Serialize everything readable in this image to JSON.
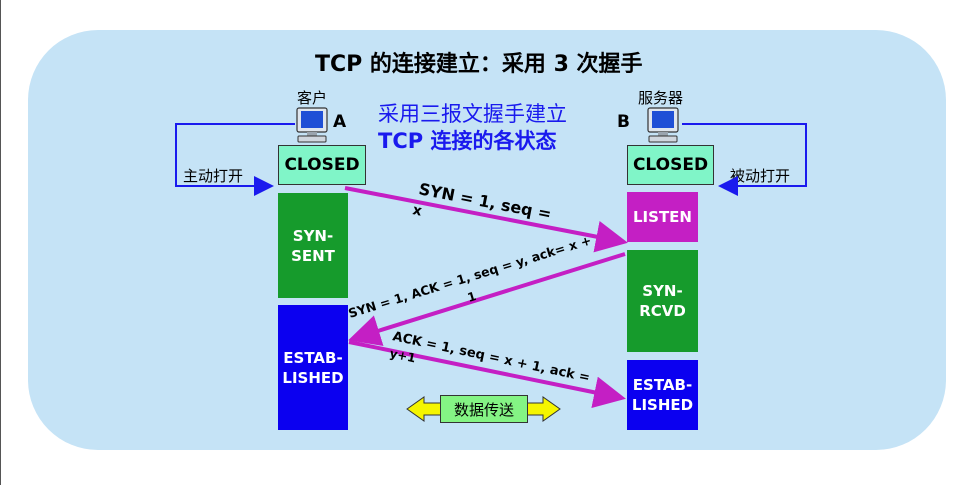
{
  "title": "TCP  的连接建立：采用 3 次握手",
  "subtitle_line1": "采用三报文握手建立",
  "subtitle_line2": "TCP  连接的各状态",
  "client": {
    "name": "客户",
    "letter": "A",
    "open_label": "主动打开"
  },
  "server": {
    "name": "服务器",
    "letter": "B",
    "open_label": "被动打开"
  },
  "client_states": [
    "CLOSED",
    "SYN-\nSENT",
    "ESTAB-\nLISHED"
  ],
  "server_states": [
    "CLOSED",
    "LISTEN",
    "SYN-\nRCVD",
    "ESTAB-\nLISHED"
  ],
  "messages": [
    {
      "line1": "SYN = 1, seq =",
      "line2": "x"
    },
    {
      "line1": "SYN = 1, ACK = 1, seq = y, ack= x +",
      "line2": "1"
    },
    {
      "line1": "ACK = 1, seq = x + 1, ack =",
      "line2": "y+1"
    }
  ],
  "data_transfer_label": "数据传送",
  "colors": {
    "panel": "#c5e3f6",
    "closed": "#80f5c8",
    "green_state": "#169b2c",
    "blue_state": "#0b00f0",
    "listen": "#c41fc4",
    "message_arrow": "#c41fc4",
    "open_arrow": "#1a1aee",
    "data_arrow": "#f5f500"
  },
  "icons": {
    "client": "computer-icon",
    "server": "computer-icon"
  }
}
